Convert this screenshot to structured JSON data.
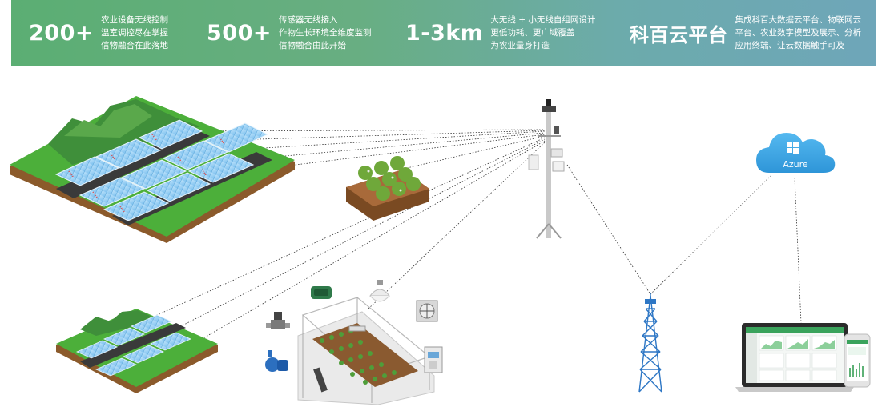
{
  "banner": {
    "stats": [
      {
        "number": "200+",
        "lines": [
          "农业设备无线控制",
          "温室调控尽在掌握",
          "信物融合在此落地"
        ]
      },
      {
        "number": "500+",
        "lines": [
          "传感器无线接入",
          "作物生长环境全维度监测",
          "信物融合由此开始"
        ]
      },
      {
        "number": "1-3km",
        "lines": [
          "大无线 + 小无线自组网设计",
          "更低功耗、更广域覆盖",
          "为农业量身打造"
        ]
      },
      {
        "number": "科百云平台",
        "lines": [
          "集成科百大数据云平台、物联网云",
          "平台、农业数字模型及展示、分析",
          "应用终端、让云数据触手可及"
        ]
      }
    ]
  },
  "cloud": {
    "label": "Azure"
  },
  "colors": {
    "banner_start": "#5bae73",
    "banner_end": "#6ea6b9",
    "cloud": "#3fa9e8",
    "grass": "#4caf3a"
  }
}
